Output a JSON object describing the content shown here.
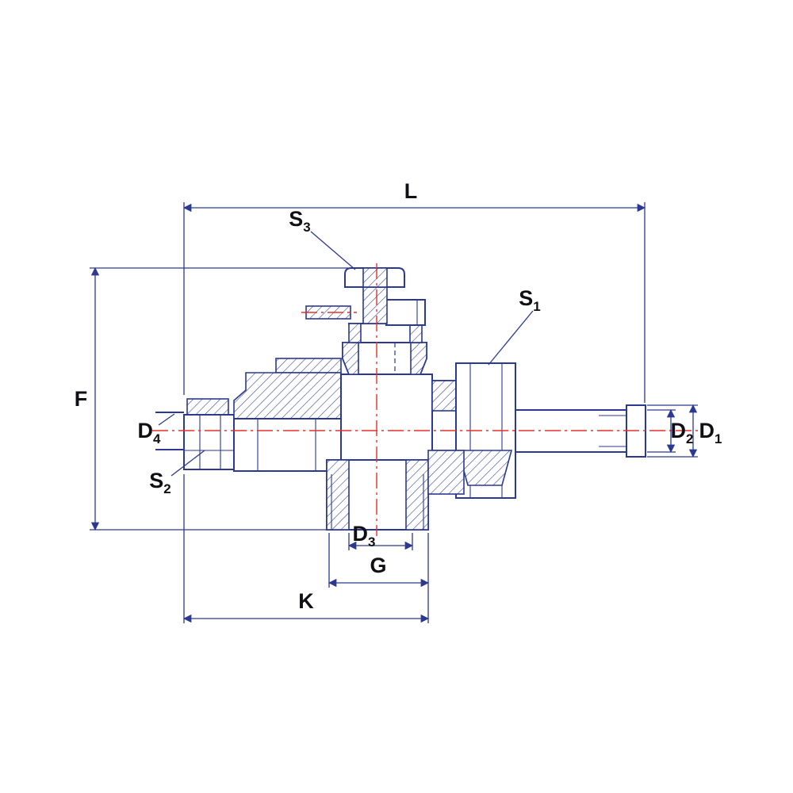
{
  "colors": {
    "line": "#2b3990",
    "centerline": "#e53129",
    "text": "#101014",
    "background": "#ffffff"
  },
  "labels": {
    "l": {
      "main": "L",
      "sub": ""
    },
    "s3": {
      "main": "S",
      "sub": "3"
    },
    "s1": {
      "main": "S",
      "sub": "1"
    },
    "f": {
      "main": "F",
      "sub": ""
    },
    "d4": {
      "main": "D",
      "sub": "4"
    },
    "s2": {
      "main": "S",
      "sub": "2"
    },
    "d3": {
      "main": "D",
      "sub": "3"
    },
    "g": {
      "main": "G",
      "sub": ""
    },
    "k": {
      "main": "K",
      "sub": ""
    },
    "d2": {
      "main": "D",
      "sub": "2"
    },
    "d1": {
      "main": "D",
      "sub": "1"
    }
  }
}
